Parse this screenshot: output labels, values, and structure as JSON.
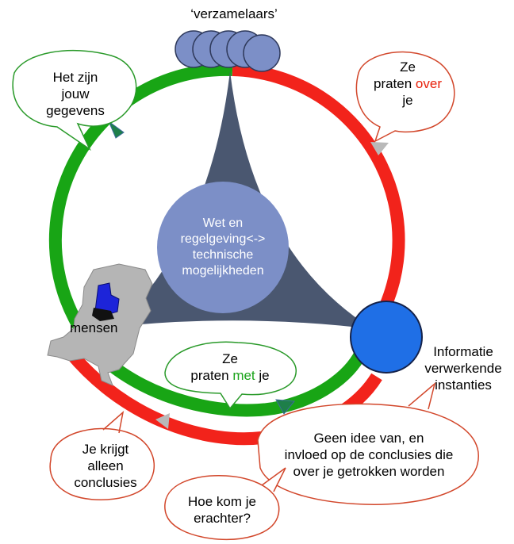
{
  "colors": {
    "green_ring": "#18a515",
    "red_ring": "#f2231b",
    "triangle": "#4a5770",
    "center_circle": "#7c8fc7",
    "collectors": "#7c8fc7",
    "institutions": "#1f6fe6",
    "bubble_green": "#2a9a2a",
    "bubble_red": "#d2472b",
    "map_gray": "#b5b5b5",
    "map_blue": "#1d24d9"
  },
  "labels": {
    "collectors": "‘verzamelaars’",
    "people": "mensen",
    "institutions_l1": "Informatie",
    "institutions_l2": "verwerkende",
    "institutions_l3": "instanties",
    "center_l1": "Wet en",
    "center_l2": "regelgeving<->",
    "center_l3": "technische",
    "center_l4": "mogelijkheden"
  },
  "bubbles": {
    "your_data_l1": "Het zijn",
    "your_data_l2": "jouw",
    "your_data_l3": "gegevens",
    "about_l1": "Ze",
    "about_l2a": "praten ",
    "about_l2b": "over",
    "about_l3": "je",
    "with_l1": "Ze",
    "with_l2a": "praten ",
    "with_l2b": "met",
    "with_l2c": " je",
    "conclusions_l1": "Je krijgt",
    "conclusions_l2": "alleen",
    "conclusions_l3": "conclusies",
    "no_idea_l1": "Geen idee van, en",
    "no_idea_l2": "invloed op de conclusies die",
    "no_idea_l3": "over je getrokken worden",
    "how_l1": "Hoe kom je",
    "how_l2": "erachter?"
  },
  "icons": {
    "people": "netherlands-map-icon",
    "collectors": "stacked-circles-icon",
    "institutions": "circle-icon",
    "arrow": "triangle-arrow-icon"
  }
}
